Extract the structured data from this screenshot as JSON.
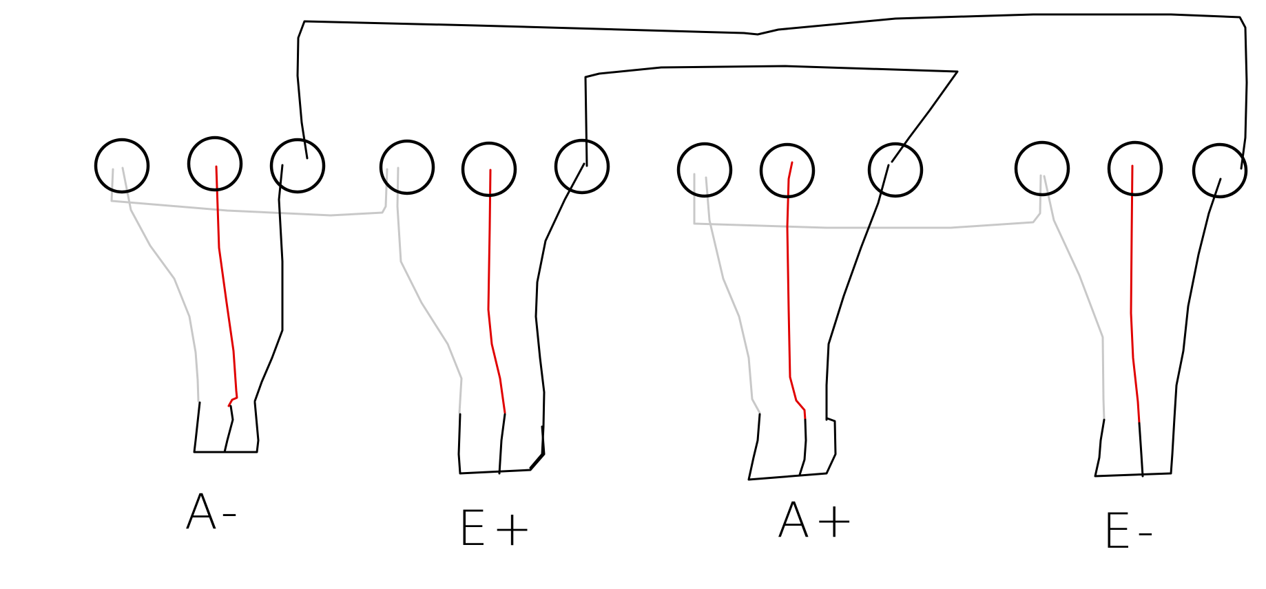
{
  "diagram": {
    "labels": [
      "A-",
      "E+",
      "A+",
      "E-"
    ],
    "colors": {
      "background": "#ffffff",
      "terminal": "#000000",
      "black_wire": "#000000",
      "red_wire": "#e00000",
      "gray_wire": "#c8c8c8"
    }
  }
}
